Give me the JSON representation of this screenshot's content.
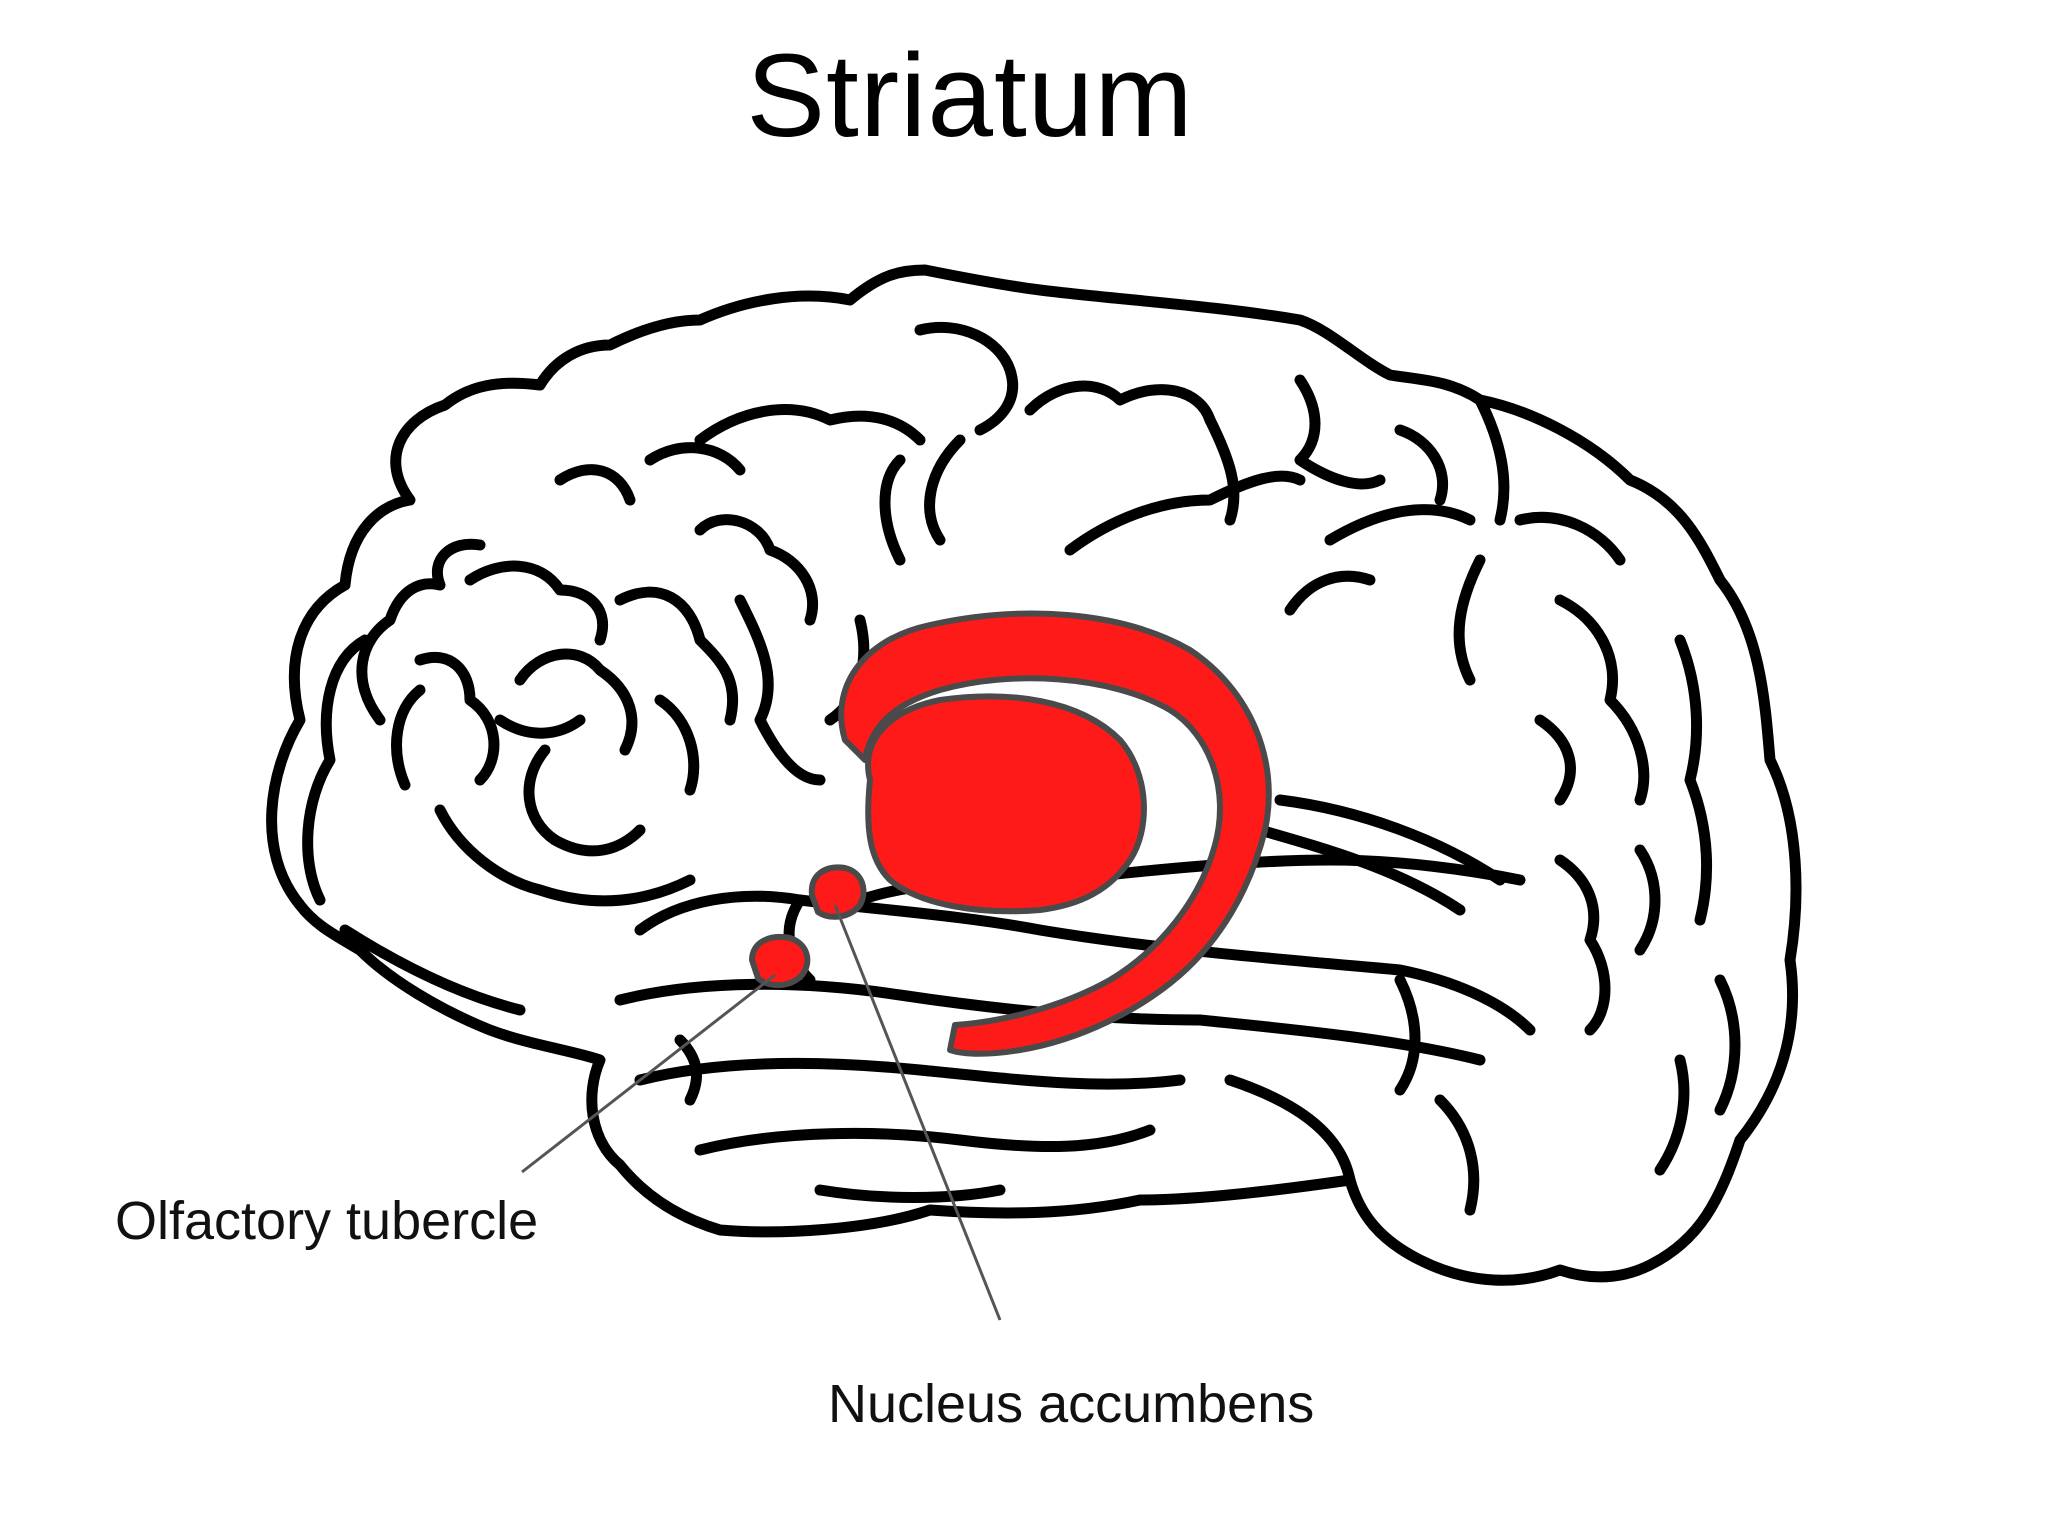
{
  "title": "Striatum",
  "labels": {
    "olfactory_tubercle": "Olfactory tubercle",
    "nucleus_accumbens": "Nucleus accumbens"
  },
  "colors": {
    "structure_fill": "#ff1a1a",
    "structure_edge": "#4a4a4a",
    "outline": "#000000",
    "leader": "#555555"
  }
}
